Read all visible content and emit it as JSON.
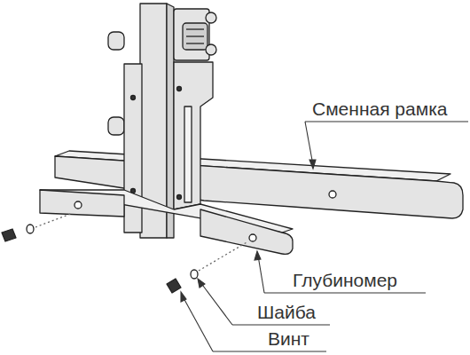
{
  "diagram": {
    "labels": [
      "Сменная рамка",
      "Глубиномер",
      "Шайба",
      "Винт"
    ]
  }
}
